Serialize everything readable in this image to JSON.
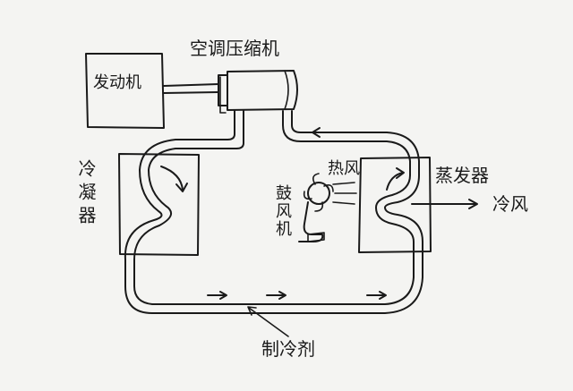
{
  "labels": {
    "engine": "发动机",
    "compressor": "空调压缩机",
    "condenser": "冷凝器",
    "evaporator": "蒸发器",
    "blower": "鼓风机",
    "hot_air": "热风",
    "cold_air": "冷风",
    "refrigerant": "制冷剂"
  },
  "colors": {
    "ink": "#1a1a1a",
    "paper": "#f4f4f2"
  }
}
